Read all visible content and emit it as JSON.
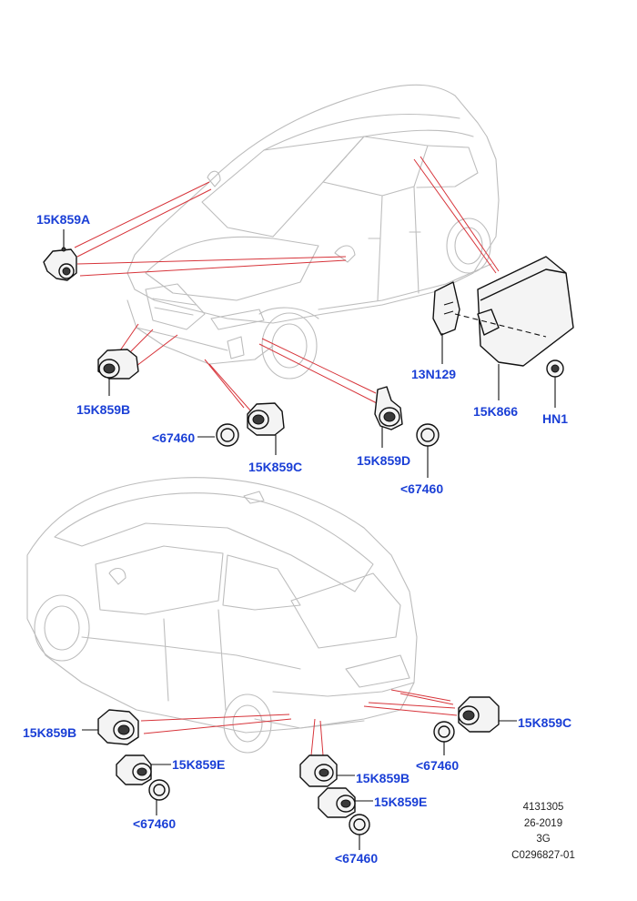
{
  "diagram": {
    "colors": {
      "label": "#1a3fd6",
      "callout": "#d7343a",
      "outline": "#bdbdbd",
      "part": "#111111"
    },
    "callouts": [
      {
        "id": "front-15K859A",
        "text": "15K859A"
      },
      {
        "id": "front-15K859B",
        "text": "15K859B"
      },
      {
        "id": "front-67460-left",
        "text": "<67460"
      },
      {
        "id": "front-15K859C",
        "text": "15K859C"
      },
      {
        "id": "front-15K859D",
        "text": "15K859D"
      },
      {
        "id": "front-67460-right",
        "text": "<67460"
      },
      {
        "id": "front-13N129",
        "text": "13N129"
      },
      {
        "id": "front-15K866",
        "text": "15K866"
      },
      {
        "id": "front-HN1",
        "text": "HN1"
      },
      {
        "id": "rear-15K859B-left",
        "text": "15K859B"
      },
      {
        "id": "rear-15K859E-left",
        "text": "15K859E"
      },
      {
        "id": "rear-67460-left",
        "text": "<67460"
      },
      {
        "id": "rear-15K859B-mid",
        "text": "15K859B"
      },
      {
        "id": "rear-15K859E-mid",
        "text": "15K859E"
      },
      {
        "id": "rear-67460-mid",
        "text": "<67460"
      },
      {
        "id": "rear-15K859C",
        "text": "15K859C"
      },
      {
        "id": "rear-67460-right",
        "text": "<67460"
      }
    ],
    "info": {
      "drawing_number": "4131305",
      "date": "26-2019",
      "code": "3G",
      "reference": "C0296827-01"
    }
  }
}
